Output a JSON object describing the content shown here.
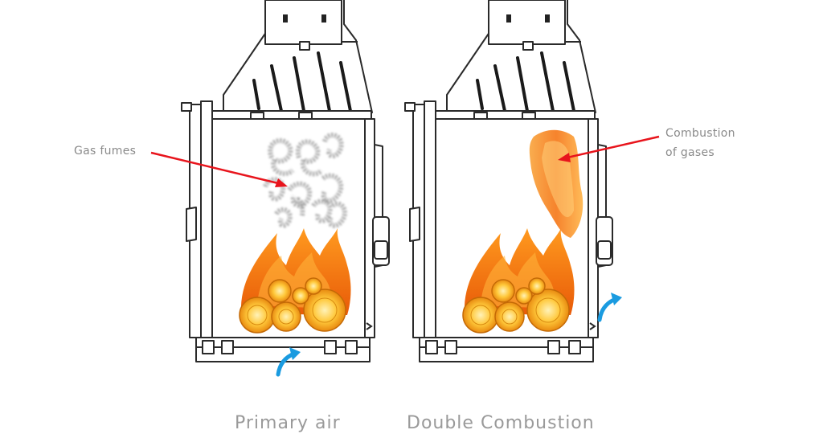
{
  "labels": {
    "gas_fumes": "Gas fumes",
    "combustion_line1": "Combustion",
    "combustion_line2": "of gases"
  },
  "captions": {
    "left": "Primary air",
    "right": "Double Combustion"
  },
  "colors": {
    "pointer_arrow": "#e8141c",
    "air_arrow": "#1a9be0",
    "flame": "#f07d12",
    "smoke": "#8c8c8c",
    "text": "#8a8a8a"
  }
}
